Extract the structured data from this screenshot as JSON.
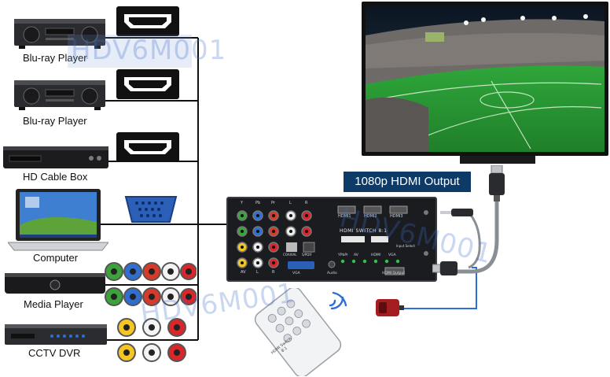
{
  "devices": [
    {
      "label": "Blu-ray Player",
      "icon": "blu-ray-player-icon"
    },
    {
      "label": "Blu-ray Player",
      "icon": "blu-ray-player-icon"
    },
    {
      "label": "HD Cable Box",
      "icon": "cable-box-icon"
    },
    {
      "label": "Computer",
      "icon": "laptop-icon"
    },
    {
      "label": "Media Player",
      "icon": "media-player-icon"
    },
    {
      "label": "CCTV DVR",
      "icon": "dvr-icon"
    }
  ],
  "output_label": "1080p HDMI Output",
  "switch": {
    "title": "HDMI SWITCH 8:1",
    "port_labels": [
      "HDMI1",
      "HDMI2",
      "HDMI3"
    ],
    "front_labels": [
      "YPbPr",
      "AV",
      "HDMI",
      "VGA"
    ],
    "bottom_labels": [
      "VGA",
      "Audio",
      "HDMI Output"
    ],
    "top_labels": [
      "Y",
      "Pb",
      "Pr",
      "L",
      "R"
    ],
    "side_labels": [
      "AV",
      "L",
      "R"
    ],
    "coax_labels": [
      "COAXIAL",
      "S/PDIF"
    ],
    "input_label": "Input Select"
  },
  "remote": {
    "label_line1": "HDMI Switch",
    "label_line2": "8:1"
  },
  "watermark": "HDV6M001",
  "colors": {
    "label_bg": "#0d3a66",
    "watermark": "#3c6ec8",
    "wire": "#111111",
    "blue_wire": "#2b6fd6"
  }
}
